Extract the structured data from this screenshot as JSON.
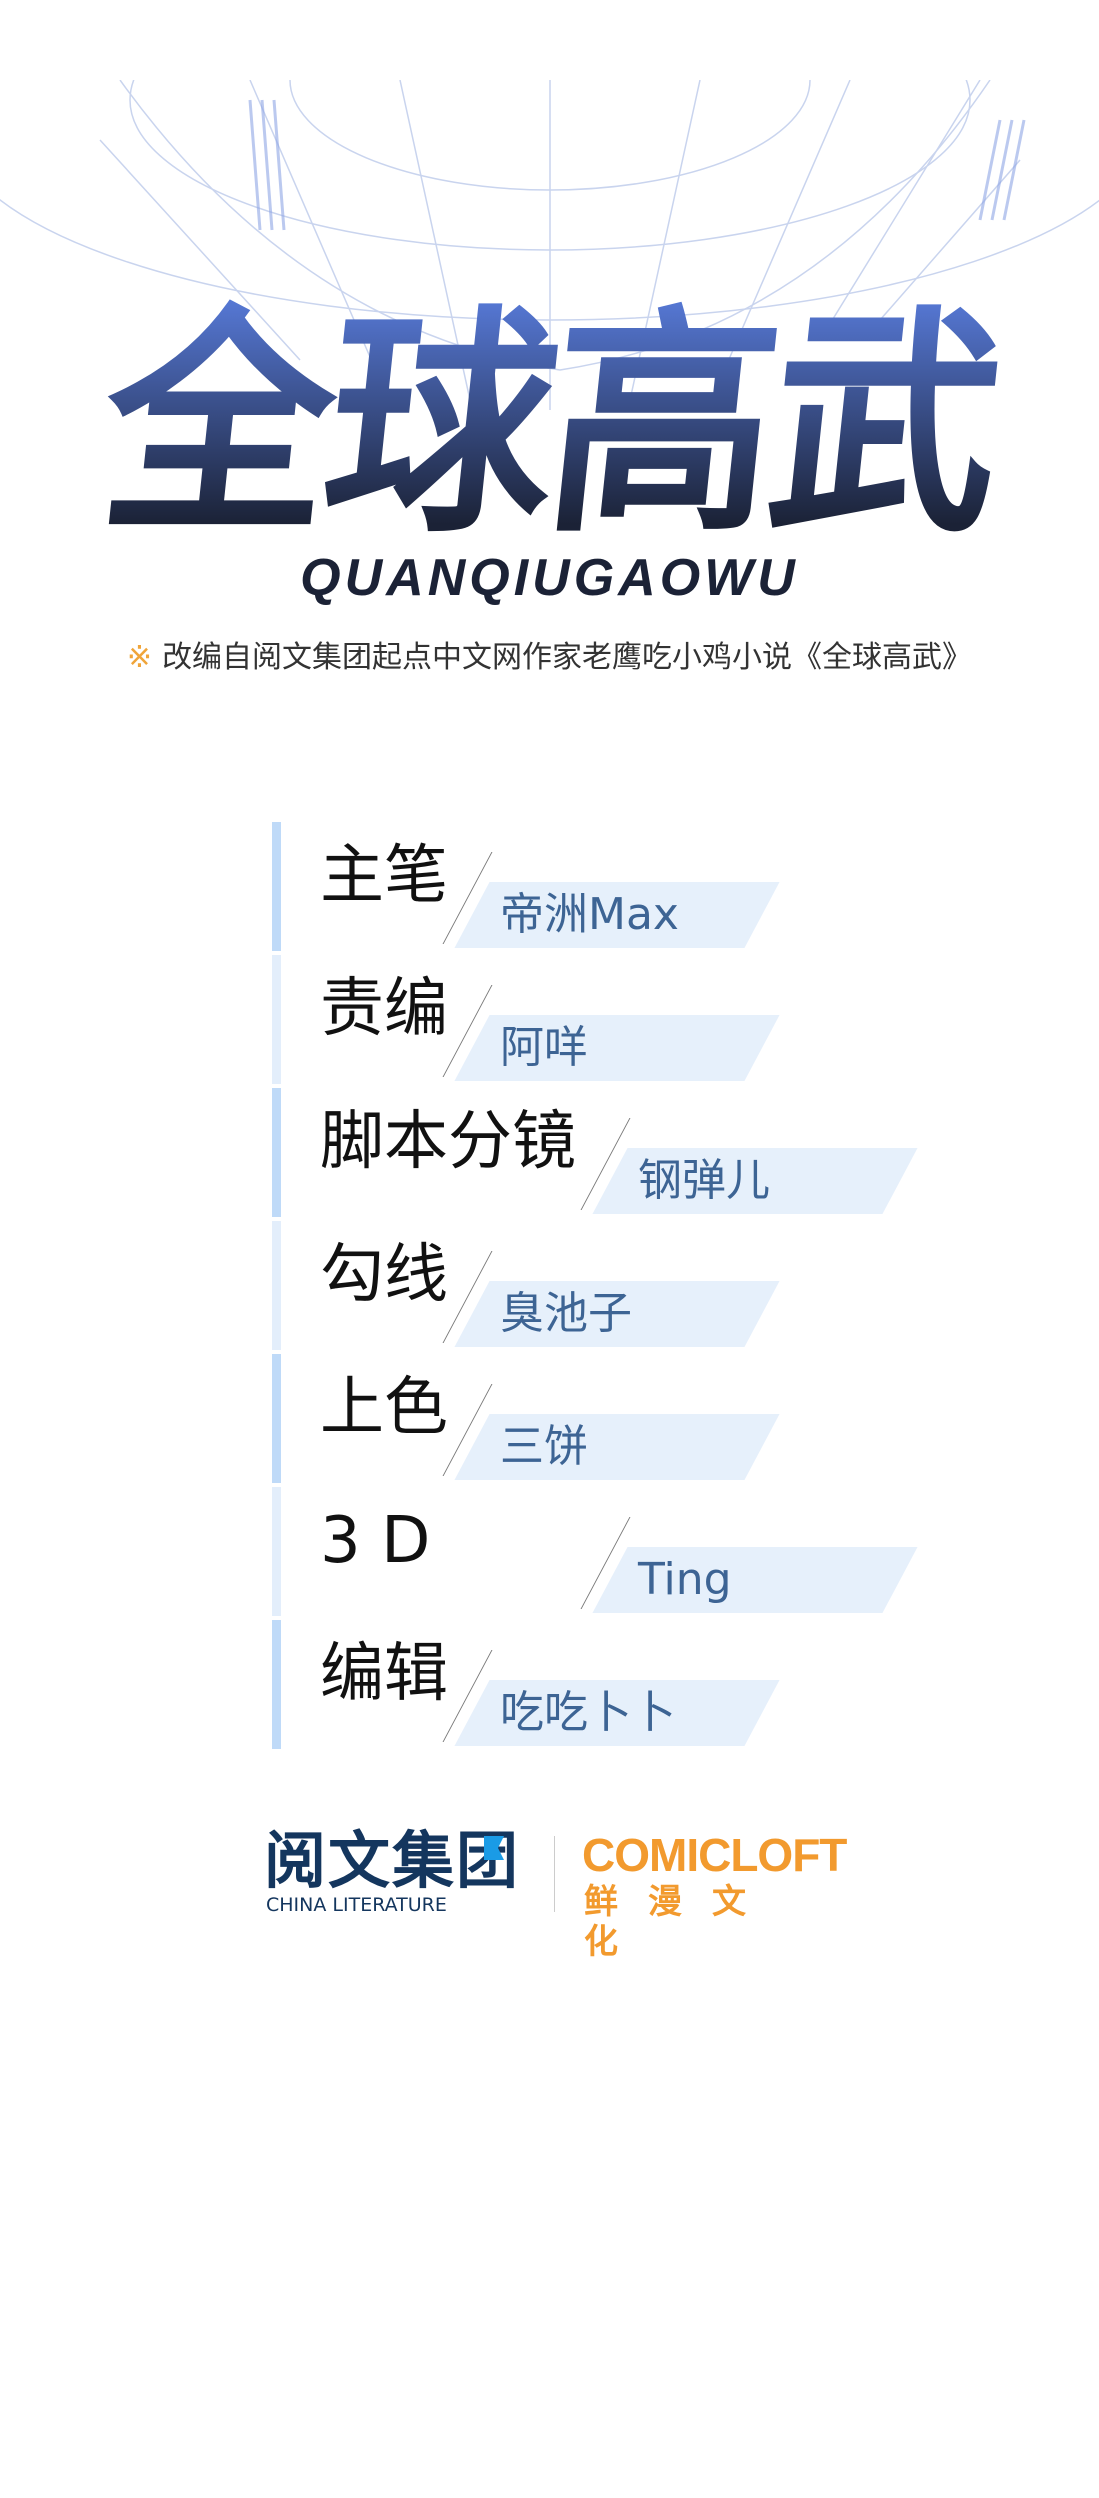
{
  "header": {
    "title": "全球高武",
    "pinyin": "QUANQIUGAOWU",
    "note_mark": "※",
    "subtitle": "改编自阅文集团起点中文网作家老鹰吃小鸡小说《全球高武》"
  },
  "credits": [
    {
      "role": "主笔",
      "name": "帝洲Max"
    },
    {
      "role": "责编",
      "name": "阿咩"
    },
    {
      "role": "脚本分镜",
      "name": "钢弹儿"
    },
    {
      "role": "勾线",
      "name": "臭池子"
    },
    {
      "role": "上色",
      "name": "三饼"
    },
    {
      "role": "3 D",
      "name": "Ting"
    },
    {
      "role": "编辑",
      "name": "吃吃卜卜"
    }
  ],
  "logos": {
    "china_literature_cn": "阅文集团",
    "china_literature_en": "CHINA LITERATURE",
    "comicloft_en": "COMICLOFT",
    "comicloft_cn": "鲜漫文化"
  },
  "colors": {
    "accent_blue": "#3d6494",
    "bar_blue": "#bfdaf8",
    "orange": "#f29a2e",
    "navy": "#14365e"
  }
}
